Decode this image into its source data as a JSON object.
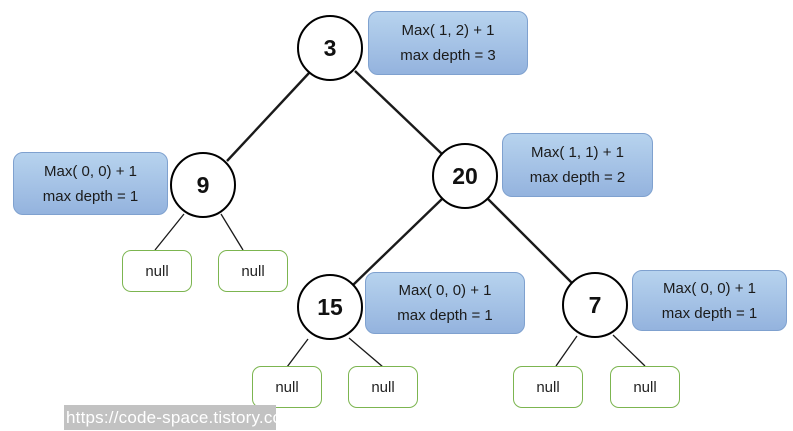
{
  "tree": {
    "nodes": {
      "root": {
        "label": "3"
      },
      "l": {
        "label": "9"
      },
      "r": {
        "label": "20"
      },
      "rl": {
        "label": "15"
      },
      "rr": {
        "label": "7"
      }
    },
    "null_label": "null"
  },
  "callouts": {
    "root": {
      "line1": "Max( 1, 2) + 1",
      "line2": "max depth = 3"
    },
    "l": {
      "line1": "Max( 0, 0) + 1",
      "line2": "max depth = 1"
    },
    "r": {
      "line1": "Max( 1, 1) + 1",
      "line2": "max depth = 2"
    },
    "rl": {
      "line1": "Max( 0, 0) + 1",
      "line2": "max depth = 1"
    },
    "rr": {
      "line1": "Max( 0, 0) + 1",
      "line2": "max depth = 1"
    }
  },
  "watermark": {
    "url_text": "https://code-space.tistory.com"
  },
  "colors": {
    "node_border": "#000000",
    "edge": "#1a1a1a",
    "callout_fill_top": "#b7d3ee",
    "callout_fill_bottom": "#94b3de",
    "callout_border": "#7fa1cf",
    "null_border": "#7cb550",
    "watermark_bg": "#c2c2c2",
    "watermark_text": "#ffffff"
  }
}
